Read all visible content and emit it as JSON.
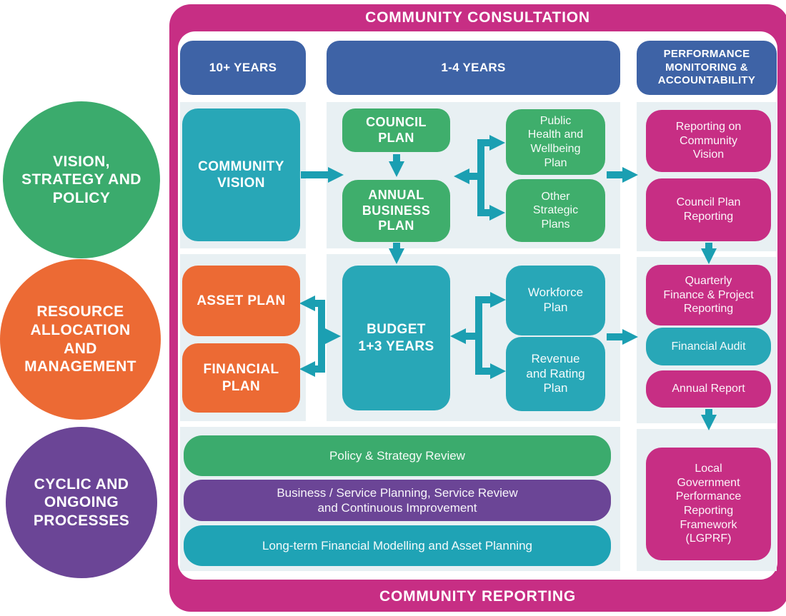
{
  "banners": {
    "top": "COMMUNITY CONSULTATION",
    "bottom": "COMMUNITY REPORTING"
  },
  "circles": [
    {
      "label": "VISION,\nSTRATEGY AND\nPOLICY",
      "color": "#3bab6d"
    },
    {
      "label": "RESOURCE\nALLOCATION\nAND\nMANAGEMENT",
      "color": "#ec6a34"
    },
    {
      "label": "CYCLIC AND\nONGOING\nPROCESSES",
      "color": "#6b4596"
    }
  ],
  "column_headers": [
    {
      "label": "10+ YEARS"
    },
    {
      "label": "1-4 YEARS"
    },
    {
      "label": "PERFORMANCE\nMONITORING &\nACCOUNTABILITY"
    }
  ],
  "boxes": {
    "community_vision": {
      "label": "COMMUNITY\nVISION",
      "color": "#28a7b7"
    },
    "council_plan": {
      "label": "COUNCIL\nPLAN",
      "color": "#3fae6c"
    },
    "annual_business_plan": {
      "label": "ANNUAL\nBUSINESS\nPLAN",
      "color": "#3fae6c"
    },
    "public_health": {
      "label": "Public\nHealth and\nWellbeing\nPlan",
      "color": "#3fae6c"
    },
    "other_strategic": {
      "label": "Other\nStrategic\nPlans",
      "color": "#3fae6c"
    },
    "asset_plan": {
      "label": "ASSET PLAN",
      "color": "#ec6a34"
    },
    "financial_plan": {
      "label": "FINANCIAL\nPLAN",
      "color": "#ec6a34"
    },
    "budget": {
      "label": "BUDGET\n1+3 YEARS",
      "color": "#28a7b7"
    },
    "workforce_plan": {
      "label": "Workforce\nPlan",
      "color": "#28a7b7"
    },
    "revenue_rating": {
      "label": "Revenue\nand Rating\nPlan",
      "color": "#28a7b7"
    },
    "reporting_community_vision": {
      "label": "Reporting on\nCommunity\nVision",
      "color": "#c72e84"
    },
    "council_plan_reporting": {
      "label": "Council Plan\nReporting",
      "color": "#c72e84"
    },
    "quarterly_reporting": {
      "label": "Quarterly\nFinance & Project\nReporting",
      "color": "#c72e84"
    },
    "financial_audit": {
      "label": "Financial Audit",
      "color": "#28a7b7"
    },
    "annual_report": {
      "label": "Annual Report",
      "color": "#c72e84"
    },
    "lgprf": {
      "label": "Local\nGovernment\nPerformance\nReporting\nFramework\n(LGPRF)",
      "color": "#c72e84"
    }
  },
  "bottom_bars": [
    {
      "label": "Policy & Strategy Review",
      "color": "#3bab6d"
    },
    {
      "label": "Business / Service Planning, Service Review\nand Continuous Improvement",
      "color": "#6b4596"
    },
    {
      "label": "Long-term Financial Modelling and Asset Planning",
      "color": "#1fa3b5"
    }
  ],
  "colors": {
    "frame_pink": "#c72e84",
    "header_blue": "#3e63a6",
    "teal": "#28a7b7",
    "green": "#3fae6c",
    "orange": "#ec6a34",
    "purple": "#6b4596",
    "arrow_teal": "#1b9fb2",
    "column_background": "#e8f0f3"
  }
}
